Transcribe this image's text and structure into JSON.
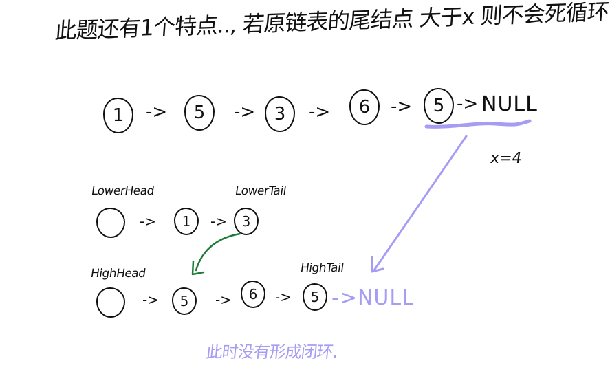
{
  "title": "此题还有1个特点.., 若原链表的尾结点 大于x 则不会死循环",
  "colors": {
    "ink": "#111111",
    "purple_highlight": "#a69cf4",
    "green_arrow": "#1f7a3a"
  },
  "original_list": {
    "nodes": [
      "1",
      "5",
      "3",
      "6",
      "5"
    ],
    "arrow": "->",
    "null_label": "NULL"
  },
  "x_annotation": "x=4",
  "lower_list": {
    "head_label": "LowerHead",
    "tail_label": "LowerTail",
    "nodes": [
      "",
      "1",
      "3"
    ],
    "arrow": "->"
  },
  "high_list": {
    "head_label": "HighHead",
    "tail_label": "HighTail",
    "nodes": [
      "",
      "5",
      "6",
      "5"
    ],
    "arrow": "->",
    "null_label": "->NULL"
  },
  "note": "此时没有形成闭环."
}
